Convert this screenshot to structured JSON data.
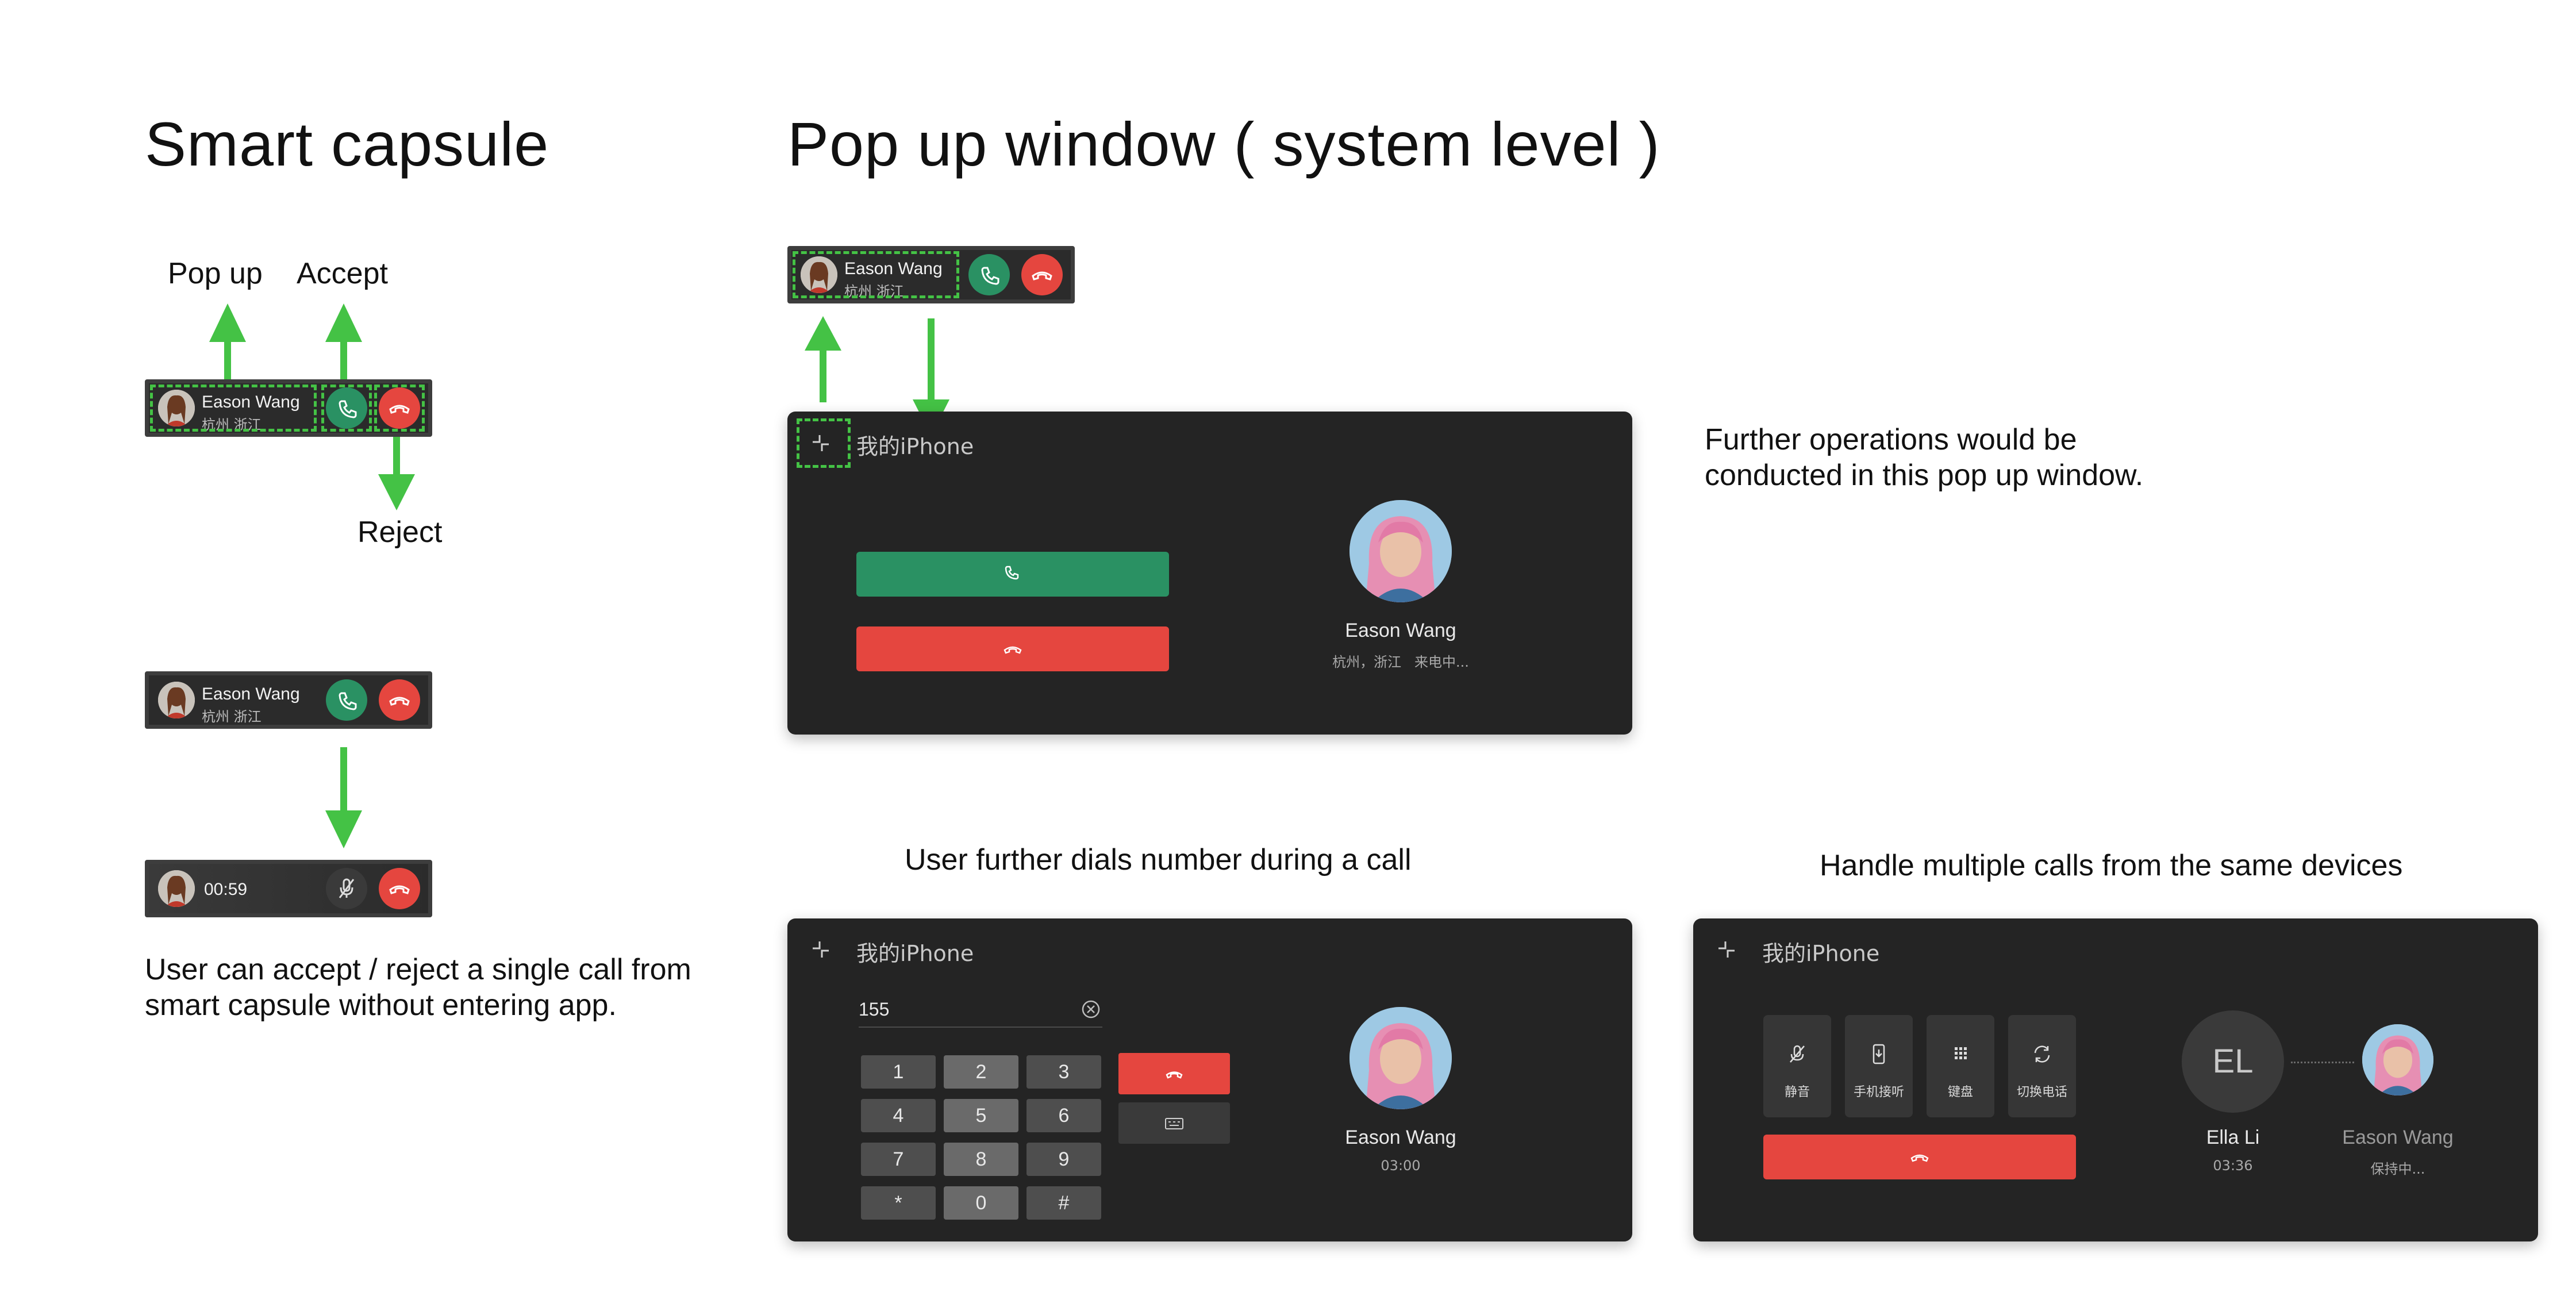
{
  "headings": {
    "smart_capsule": "Smart capsule",
    "popup_window": "Pop up window ( system level )"
  },
  "labels": {
    "pop_up": "Pop up",
    "accept": "Accept",
    "reject": "Reject"
  },
  "caller": {
    "name": "Eason Wang",
    "location": "杭州 浙江",
    "location_detail": "杭州，浙江",
    "status": "来电中...",
    "call_timer": "00:59"
  },
  "notes": {
    "capsule_note_line1": "User can accept / reject a single call from",
    "capsule_note_line2": "smart capsule without entering app.",
    "further_ops_line1": "Further operations would be",
    "further_ops_line2": "conducted in this pop up window.",
    "dials_caption": "User further dials number during a call",
    "multi_caption": "Handle multiple calls from the same devices"
  },
  "window": {
    "device_title": "我的iPhone"
  },
  "dialer": {
    "input_value": "155",
    "keys": [
      "1",
      "2",
      "3",
      "4",
      "5",
      "6",
      "7",
      "8",
      "9",
      "*",
      "0",
      "#"
    ],
    "call_duration": "03:00"
  },
  "multi": {
    "tools": [
      "静音",
      "手机接听",
      "键盘",
      "切换电话"
    ],
    "active_initials": "EL",
    "active_name": "Ella Li",
    "active_duration": "03:36",
    "held_name": "Eason Wang",
    "held_status": "保持中..."
  },
  "colors": {
    "accept_green": "#2a9163",
    "reject_red": "#e5463f",
    "annotation_green": "#44c245",
    "window_bg": "#242424"
  }
}
